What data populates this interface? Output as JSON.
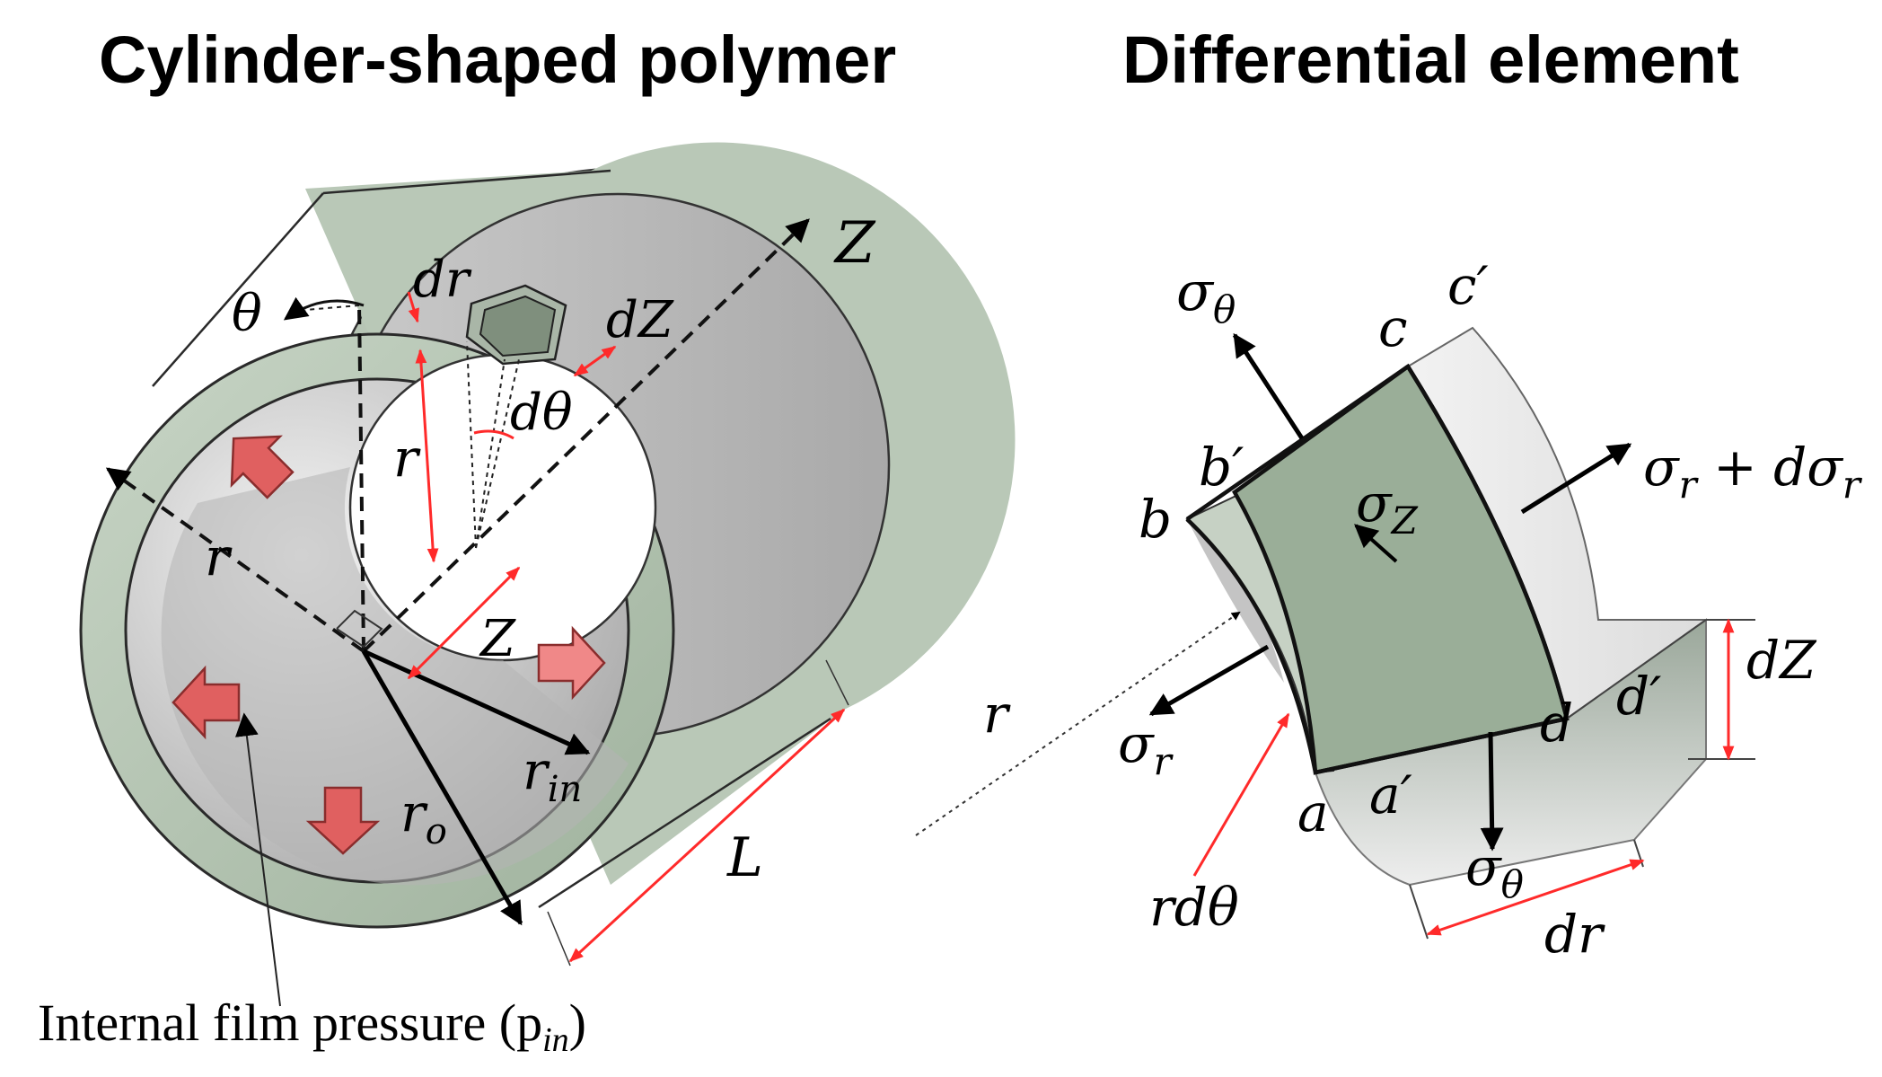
{
  "titles": {
    "left": "Cylinder-shaped polymer",
    "right": "Differential element"
  },
  "left_labels": {
    "z_axis": "Z",
    "theta": "θ",
    "dr": "dr",
    "dz": "dZ",
    "dtheta": "dθ",
    "r_inner": "r",
    "r_left": "r",
    "z_inner": "Z",
    "r_in_base": "r",
    "r_in_sub": "in",
    "r_o_base": "r",
    "r_o_sub": "o",
    "length": "L",
    "pressure_caption": "Internal film pressure (p",
    "pressure_sub": "in",
    "pressure_close": ")"
  },
  "right_labels": {
    "sigma_theta_top": "σ",
    "sigma_theta_top_sub": "θ",
    "sigma_z": "σ",
    "sigma_z_sub": "Z",
    "sigma_r_dsigma": "σ",
    "sigma_r_dsigma_sub": "r",
    "sigma_r_dsigma_rest": " + dσ",
    "sigma_r_dsigma_sub2": "r",
    "sigma_r": "σ",
    "sigma_r_sub": "r",
    "sigma_theta_bottom": "σ",
    "sigma_theta_bottom_sub": "θ",
    "r": "r",
    "rdtheta": "rdθ",
    "dz": "dZ",
    "dr": "dr",
    "a": "a",
    "a_prime": "a′",
    "b": "b",
    "b_prime": "b′",
    "c": "c",
    "c_prime": "c′",
    "d": "d",
    "d_prime": "d′"
  },
  "colors": {
    "polymer_green": "#b6c7b4",
    "polymer_green_dark": "#8ea08c",
    "inner_gray": "#b9b9b9",
    "pressure_arrow": "#e06060",
    "dimension_red": "#ff2a2a",
    "element_face": "#9aae98",
    "element_side": "#e4e4e4"
  }
}
